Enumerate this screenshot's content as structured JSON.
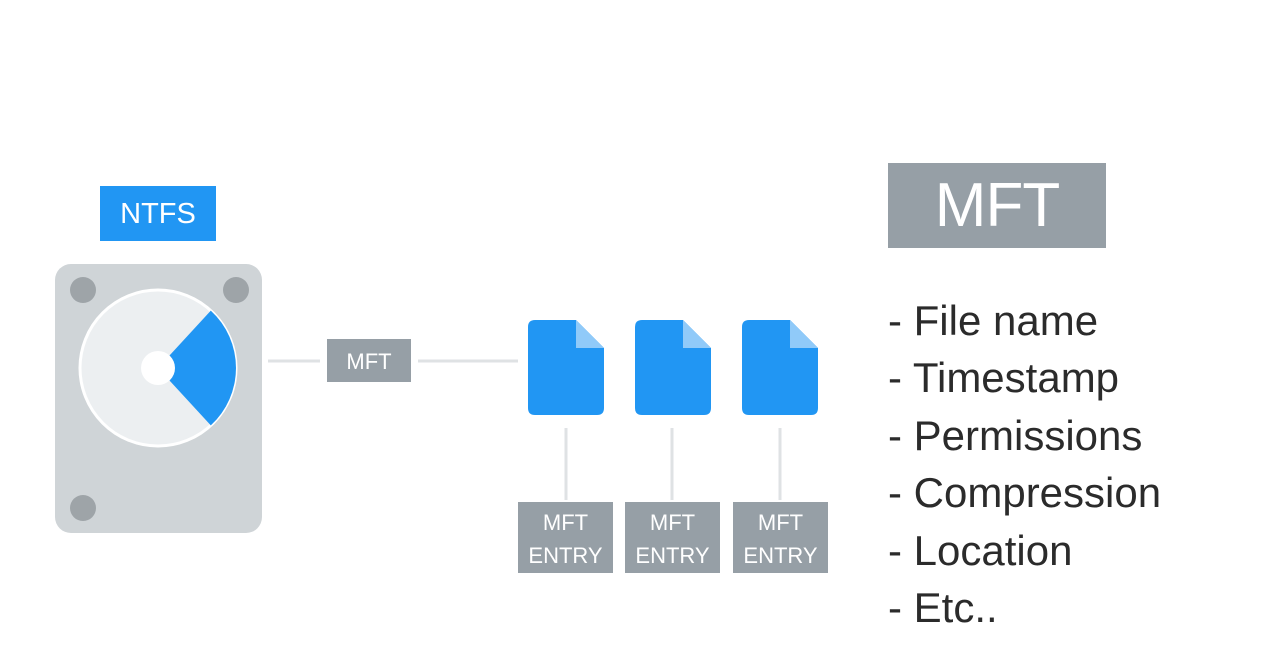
{
  "ntfs_label": "NTFS",
  "mft_connector_label": "MFT",
  "entries": [
    {
      "line1": "MFT",
      "line2": "ENTRY"
    },
    {
      "line1": "MFT",
      "line2": "ENTRY"
    },
    {
      "line1": "MFT",
      "line2": "ENTRY"
    }
  ],
  "mft_title": "MFT",
  "attributes": [
    "- File name",
    "- Timestamp",
    "- Permissions",
    "- Compression",
    "- Location",
    "- Etc.."
  ],
  "colors": {
    "blue": "#2196f3",
    "gray_label": "#969fa6",
    "drive_body": "#cfd4d7",
    "platter": "#eceff1",
    "screw": "#9ea4a8",
    "connector": "#dfe2e4",
    "text_dark": "#2b2b2b"
  }
}
